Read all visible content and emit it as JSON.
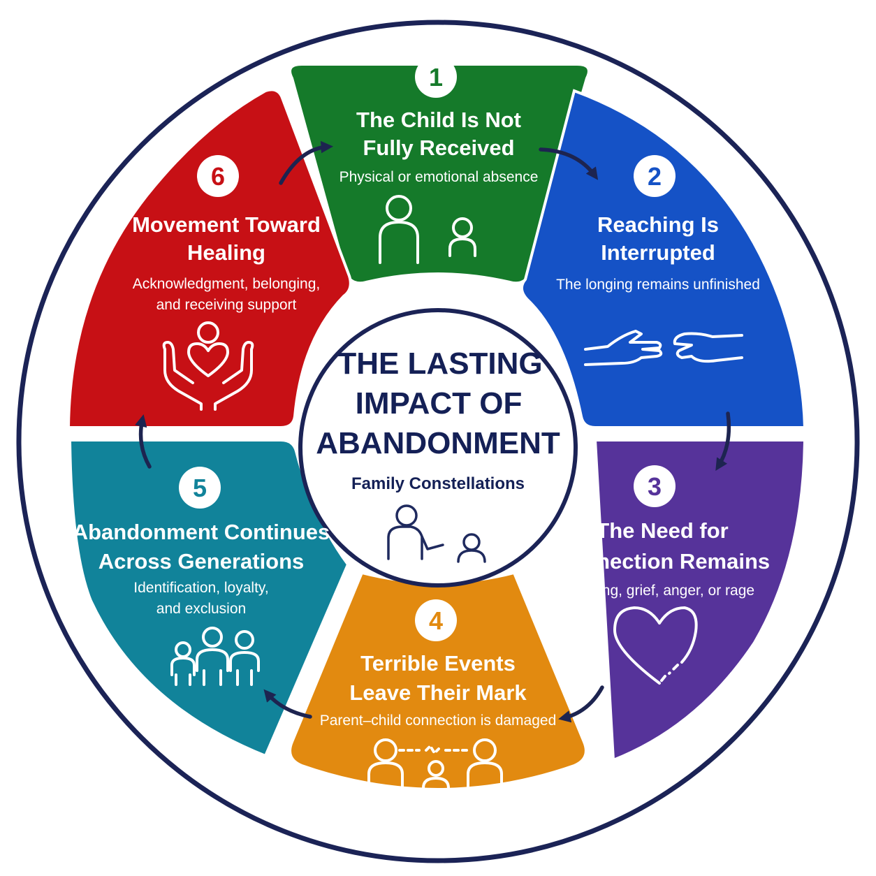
{
  "center": {
    "title_lines": [
      "THE LASTING",
      "IMPACT OF",
      "ABANDONMENT"
    ],
    "subtitle": "Family Constellations",
    "icon": "facilitator-and-child-icon"
  },
  "colors": {
    "ring": "#1b2356",
    "arrows": "#1d2450",
    "center_text": "#142056"
  },
  "segments": [
    {
      "number": "1",
      "title_lines": [
        "The Child Is Not",
        "Fully Received"
      ],
      "subtitle_lines": [
        "Physical or emotional absence"
      ],
      "color": "#157a2a",
      "icon": "adult-and-child-icon"
    },
    {
      "number": "2",
      "title_lines": [
        "Reaching Is",
        "Interrupted"
      ],
      "subtitle_lines": [
        "The longing remains unfinished"
      ],
      "color": "#1552c6",
      "icon": "reaching-hands-icon"
    },
    {
      "number": "3",
      "title_lines": [
        "The Need for",
        "Connection Remains"
      ],
      "subtitle_lines": [
        "Waiting, grief, anger, or rage"
      ],
      "color": "#56339a",
      "icon": "broken-heart-icon"
    },
    {
      "number": "4",
      "title_lines": [
        "Terrible Events",
        "Leave Their Mark"
      ],
      "subtitle_lines": [
        "Parent–child connection is damaged"
      ],
      "color": "#e28a10",
      "icon": "broken-family-link-icon"
    },
    {
      "number": "5",
      "title_lines": [
        "Abandonment Continues",
        "Across Generations"
      ],
      "subtitle_lines": [
        "Identification, loyalty,",
        "and exclusion"
      ],
      "color": "#11839a",
      "icon": "generations-icon"
    },
    {
      "number": "6",
      "title_lines": [
        "Movement Toward",
        "Healing"
      ],
      "subtitle_lines": [
        "Acknowledgment, belonging,",
        "and receiving support"
      ],
      "color": "#c71015",
      "icon": "hands-holding-heart-icon"
    }
  ]
}
